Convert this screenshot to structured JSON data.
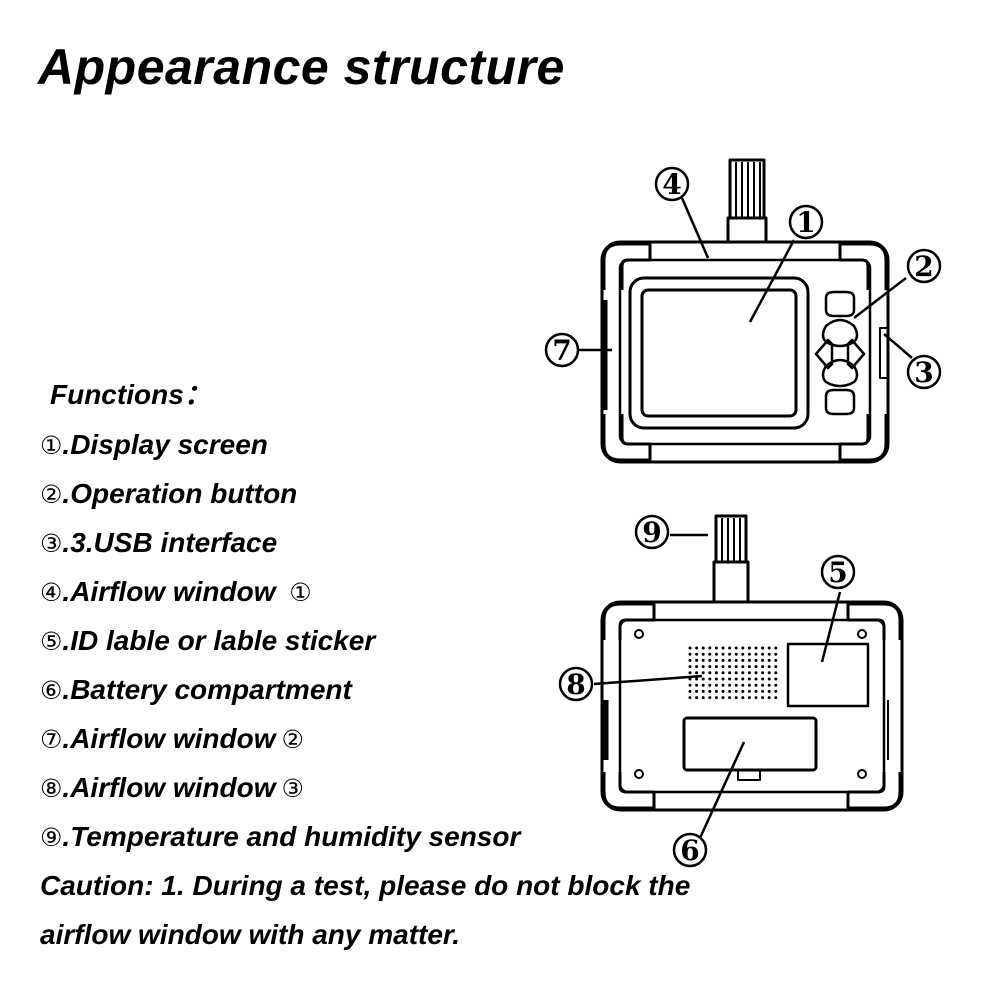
{
  "title": "Appearance structure",
  "functions_heading": "Functions：",
  "functions": [
    {
      "num": "①",
      "text": ".Display screen",
      "suffix": ""
    },
    {
      "num": "②",
      "text": ".Operation button",
      "suffix": ""
    },
    {
      "num": "③",
      "text": ".3.USB interface",
      "suffix": ""
    },
    {
      "num": "④",
      "text": ".Airflow window ",
      "suffix": "①"
    },
    {
      "num": "⑤",
      "text": ".ID lable or lable sticker",
      "suffix": ""
    },
    {
      "num": "⑥",
      "text": ".Battery compartment",
      "suffix": ""
    },
    {
      "num": "⑦",
      "text": ".Airflow window",
      "suffix": "②"
    },
    {
      "num": "⑧",
      "text": ".Airflow window",
      "suffix": "③"
    },
    {
      "num": "⑨",
      "text": ".Temperature and humidity sensor",
      "suffix": ""
    }
  ],
  "caution": [
    "Caution: 1. During a test, please do not block the",
    "airflow window with any matter."
  ],
  "callouts": {
    "c1": "1",
    "c2": "2",
    "c3": "3",
    "c4": "4",
    "c5": "5",
    "c6": "6",
    "c7": "7",
    "c8": "8",
    "c9": "9"
  }
}
